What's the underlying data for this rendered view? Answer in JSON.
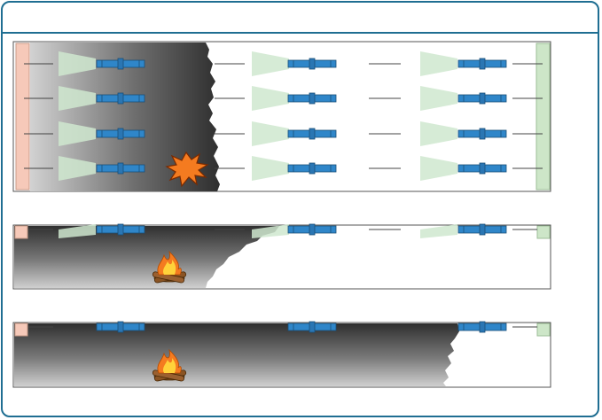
{
  "colors": {
    "frame": "#1f6e92",
    "smoke_dark": "#3a3a3a",
    "smoke_light": "#c4c4c4",
    "detector_blue": "#2f86c9",
    "beam_green": "#cfe7cf",
    "emitter_pink": "#f6c9b9",
    "receiver_green": "#cde6c8",
    "explosion": "#f47b20",
    "flame": "#f7a21b"
  },
  "icons": {
    "explosion": "explosion-icon",
    "fire": "campfire-icon"
  },
  "panels": [
    {
      "name": "panel-explosion-scenario",
      "rows": 4,
      "smoke_depth": "partial",
      "source": "explosion"
    },
    {
      "name": "panel-fire-smoke-partial",
      "rows": 1,
      "smoke_depth": "partial",
      "source": "fire"
    },
    {
      "name": "panel-fire-smoke-full",
      "rows": 1,
      "smoke_depth": "full",
      "source": "fire"
    }
  ]
}
